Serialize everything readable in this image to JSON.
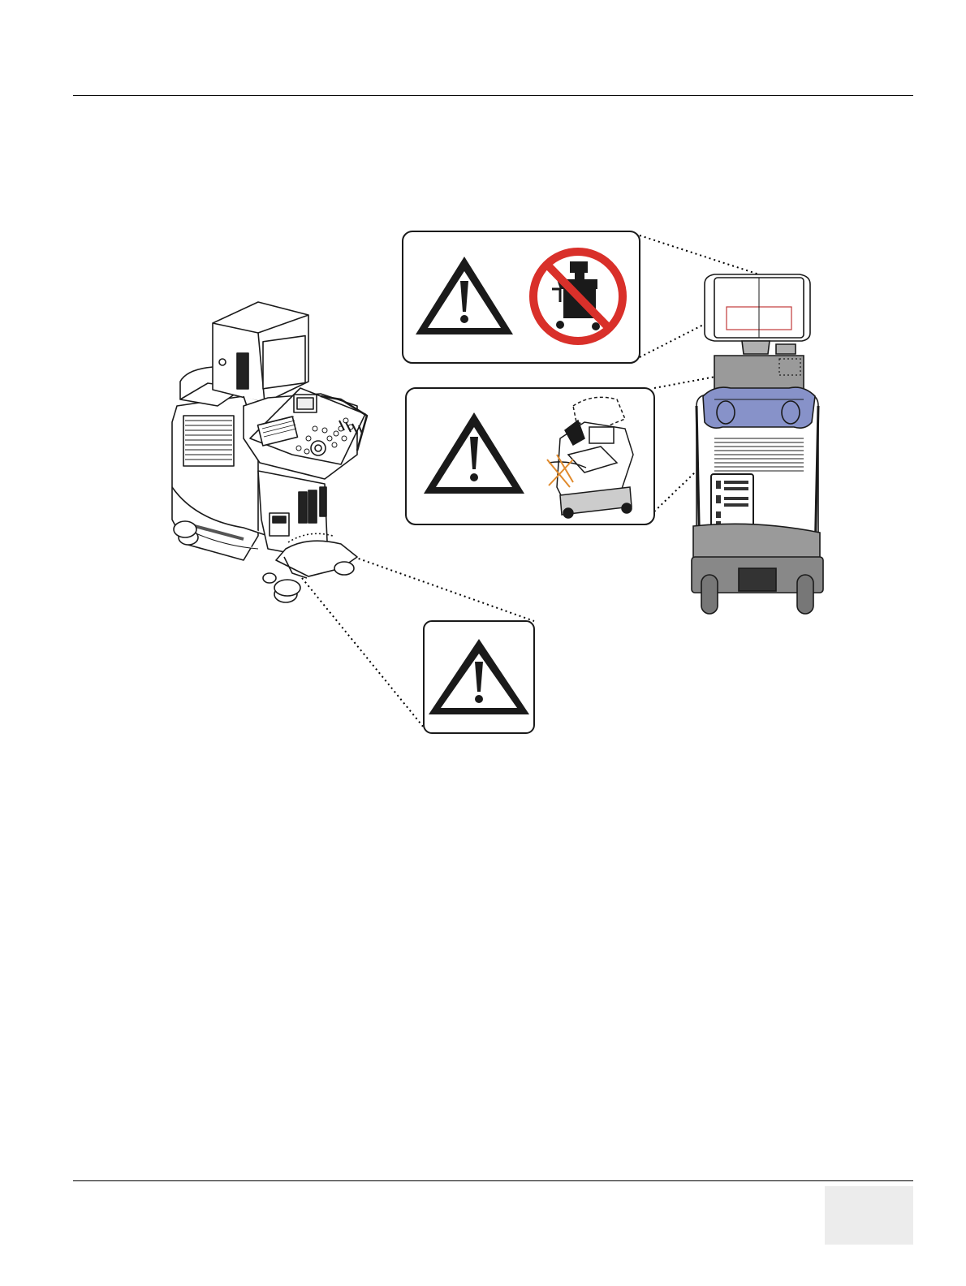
{
  "illustration": {
    "labels": [
      {
        "id": "label-1",
        "icons": [
          "warning-triangle-icon",
          "no-push-cart-icon"
        ]
      },
      {
        "id": "label-2",
        "icons": [
          "warning-triangle-icon",
          "tipping-hazard-icon"
        ]
      },
      {
        "id": "label-3",
        "icons": [
          "warning-triangle-icon"
        ]
      }
    ],
    "colors": {
      "prohibition_red": "#d9302a",
      "handle_blue": "#8792c9",
      "hazard_orange": "#e08a2c",
      "cart_gray": "#9a9a9a"
    }
  }
}
